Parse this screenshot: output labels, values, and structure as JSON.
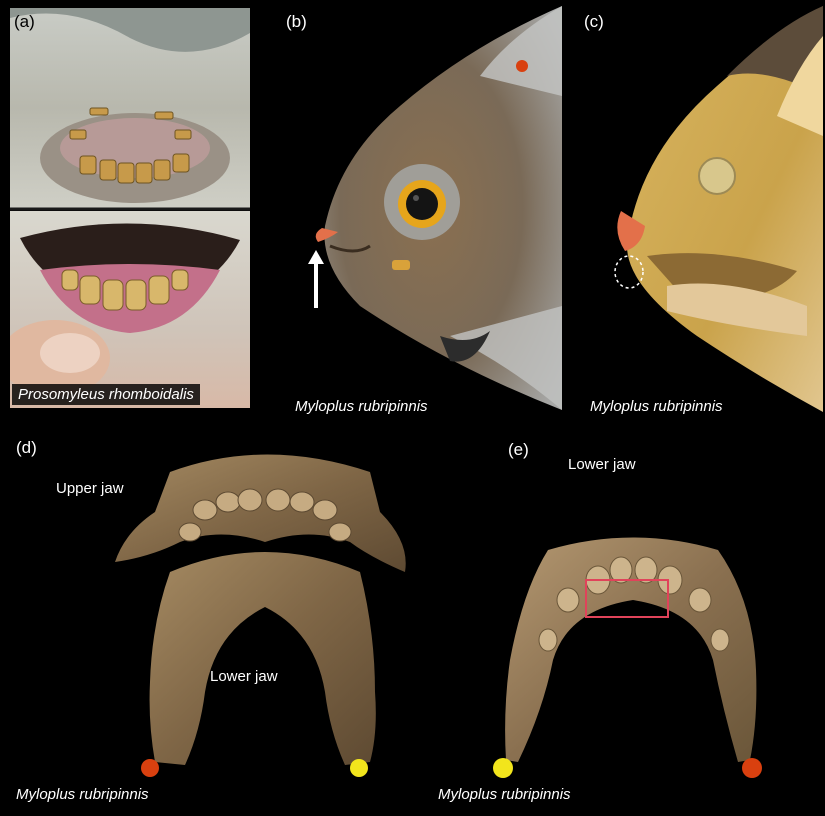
{
  "panels": {
    "a": {
      "letter": "(a)",
      "species": "Prosomyleus rhomboidalis"
    },
    "b": {
      "letter": "(b)",
      "species": "Myloplus rubripinnis"
    },
    "c": {
      "letter": "(c)",
      "species": "Myloplus rubripinnis"
    },
    "d": {
      "letter": "(d)",
      "species": "Myloplus rubripinnis",
      "upper_label": "Upper jaw",
      "lower_label": "Lower jaw"
    },
    "e": {
      "letter": "(e)",
      "species": "Myloplus rubripinnis",
      "lower_label": "Lower jaw"
    }
  },
  "colors": {
    "background": "#000000",
    "bone": "#8a7150",
    "orange_marker": "#d9400f",
    "yellow_marker": "#f2e51c",
    "highlight_box": "#e0435a",
    "fish_tooth": "#e3704a"
  }
}
